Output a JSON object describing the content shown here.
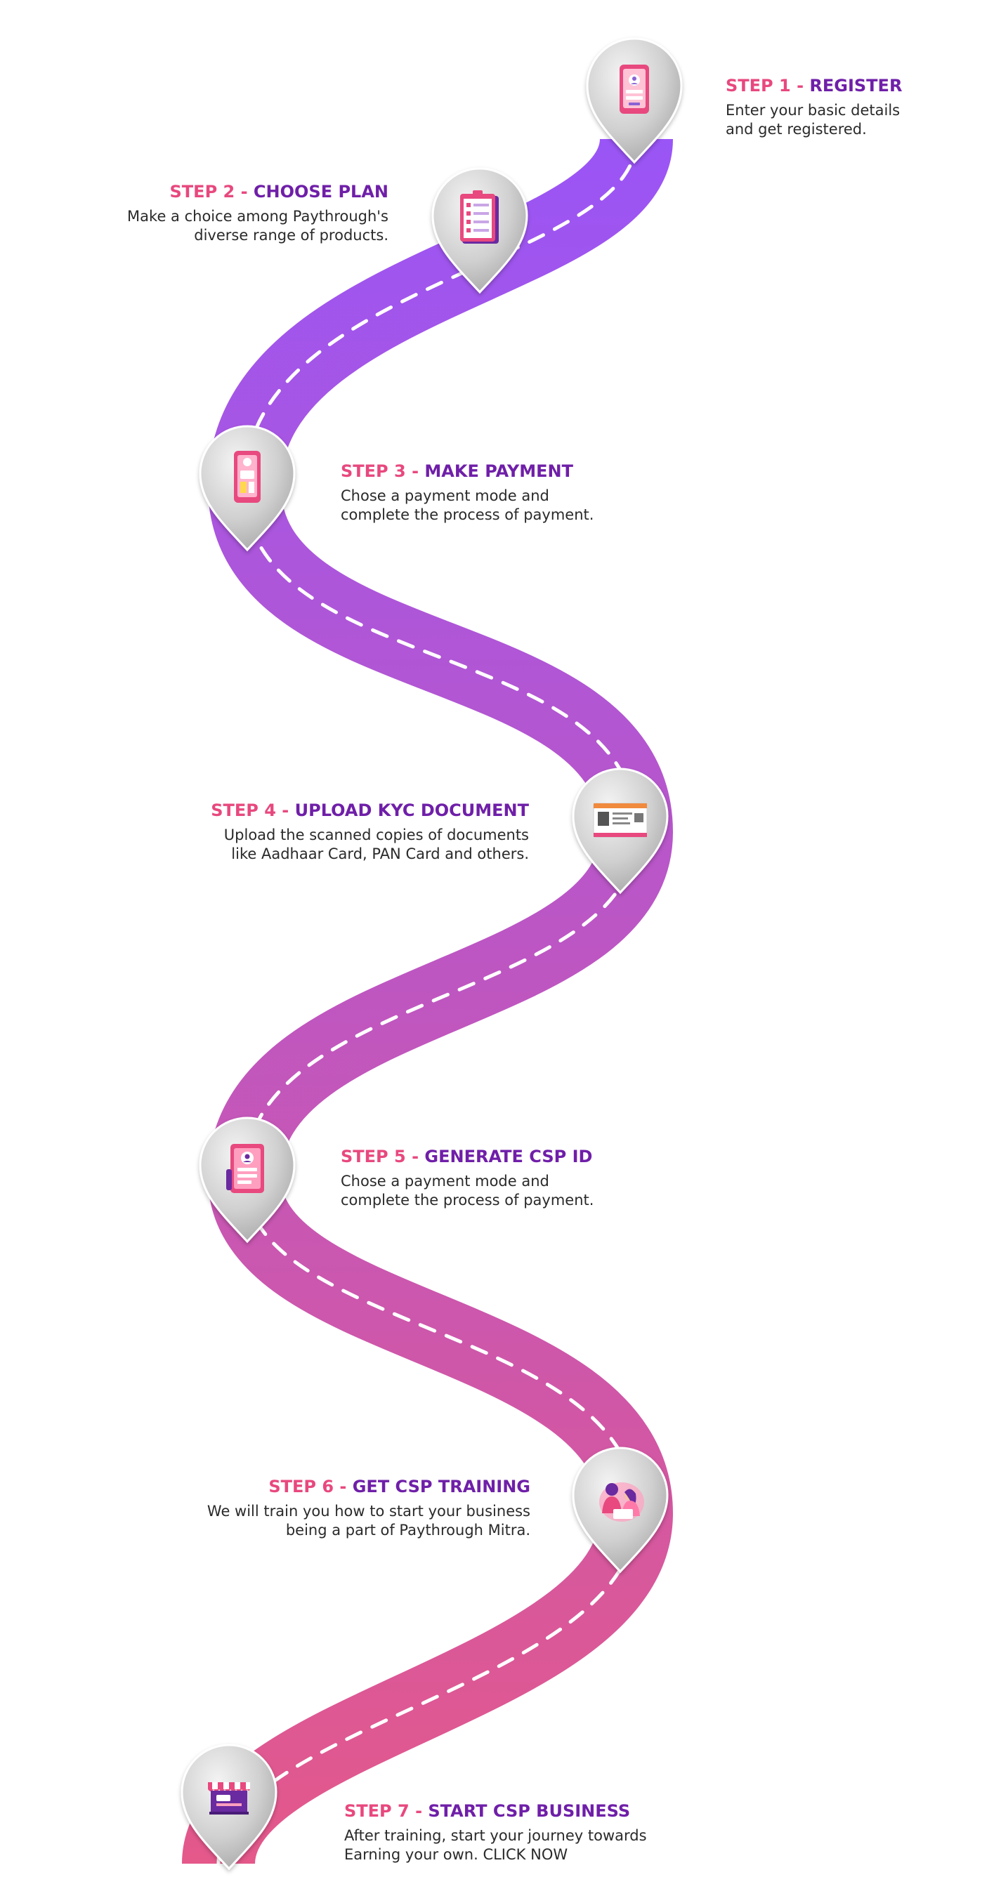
{
  "colors": {
    "road_top": "#9a55f6",
    "road_bottom": "#e4588a",
    "step_number": "#e8487f",
    "step_name": "#6f1fa8",
    "body_text": "#2a2a2a",
    "dash": "#ffffff",
    "pin": "#d2d2d2"
  },
  "steps": [
    {
      "number": "STEP 1",
      "separator": "-",
      "name": "REGISTER",
      "description_lines": [
        "Enter your basic details",
        "and get registered."
      ],
      "icon": "phone-registration-icon"
    },
    {
      "number": "STEP 2",
      "separator": "-",
      "name": "CHOOSE PLAN",
      "description_lines": [
        "Make a choice among Paythrough's",
        "diverse range of products."
      ],
      "icon": "clipboard-checklist-icon"
    },
    {
      "number": "STEP 3",
      "separator": "-",
      "name": "MAKE PAYMENT",
      "description_lines": [
        "Chose a payment mode and",
        "complete the process of payment."
      ],
      "icon": "mobile-payment-icon"
    },
    {
      "number": "STEP 4",
      "separator": "-",
      "name": "UPLOAD KYC DOCUMENT",
      "description_lines": [
        "Upload the scanned copies of documents",
        "like Aadhaar Card, PAN Card and others."
      ],
      "icon": "id-card-icon"
    },
    {
      "number": "STEP 5",
      "separator": "-",
      "name": "GENERATE CSP ID",
      "description_lines": [
        "Chose a payment mode and",
        "complete the process of payment."
      ],
      "icon": "profile-id-icon"
    },
    {
      "number": "STEP 6",
      "separator": "-",
      "name": "GET CSP TRAINING",
      "description_lines": [
        "We will train you how to start your business",
        "being a part of Paythrough Mitra."
      ],
      "icon": "training-people-icon"
    },
    {
      "number": "STEP 7",
      "separator": "-",
      "name": "START CSP BUSINESS",
      "description_lines": [
        "After training, start your journey towards",
        "Earning your own. CLICK NOW"
      ],
      "icon": "storefront-icon"
    }
  ]
}
